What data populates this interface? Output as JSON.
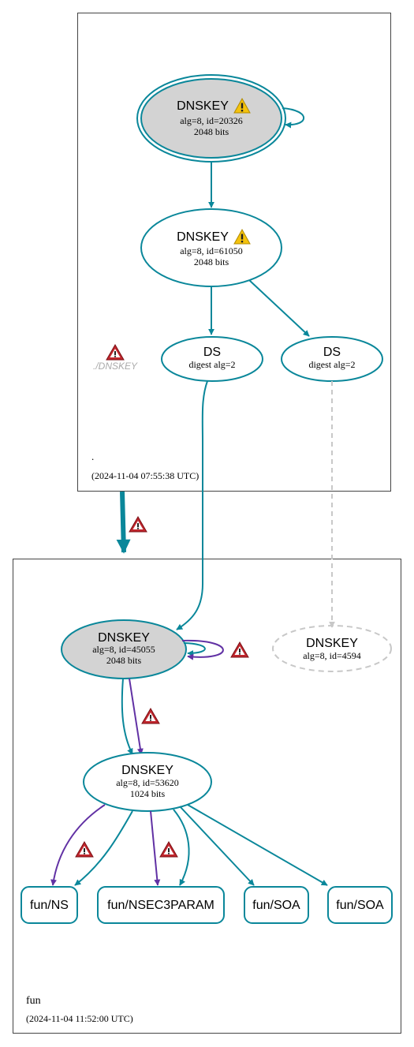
{
  "zones": [
    {
      "name": ".",
      "timestamp": "(2024-11-04 07:55:38 UTC)"
    },
    {
      "name": "fun",
      "timestamp": "(2024-11-04 11:52:00 UTC)"
    }
  ],
  "root_nodes": {
    "ksk": {
      "title": "DNSKEY",
      "line1": "alg=8, id=20326",
      "line2": "2048 bits"
    },
    "zsk": {
      "title": "DNSKEY",
      "line1": "alg=8, id=61050",
      "line2": "2048 bits"
    },
    "ds1": {
      "title": "DS",
      "line1": "digest alg=2"
    },
    "ds2": {
      "title": "DS",
      "line1": "digest alg=2"
    },
    "error_label": "./DNSKEY"
  },
  "fun_nodes": {
    "ksk": {
      "title": "DNSKEY",
      "line1": "alg=8, id=45055",
      "line2": "2048 bits"
    },
    "missing": {
      "title": "DNSKEY",
      "line1": "alg=8, id=4594"
    },
    "zsk": {
      "title": "DNSKEY",
      "line1": "alg=8, id=53620",
      "line2": "1024 bits"
    },
    "rrsets": [
      "fun/NS",
      "fun/NSEC3PARAM",
      "fun/SOA",
      "fun/SOA"
    ]
  },
  "colors": {
    "secure": "#0a879a",
    "bogus": "#6131a4",
    "missing": "#c8c8c8",
    "warning": "#f4c20d",
    "error": "#c0262d",
    "key_fill": "#d3d3d3"
  },
  "icons": [
    "warning-icon",
    "error-icon"
  ]
}
